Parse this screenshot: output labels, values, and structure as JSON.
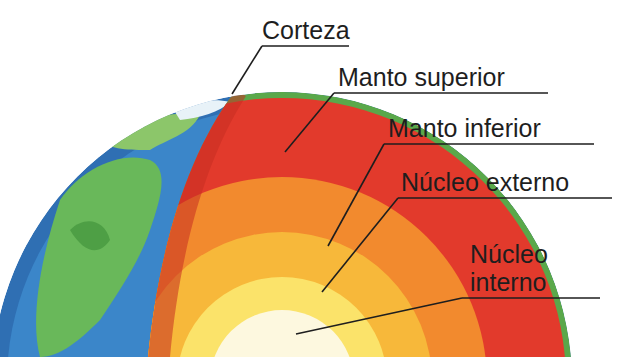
{
  "diagram": {
    "labels": [
      "Corteza",
      "Manto superior",
      "Manto inferior",
      "Núcleo externo",
      "Núcleo interno"
    ]
  }
}
